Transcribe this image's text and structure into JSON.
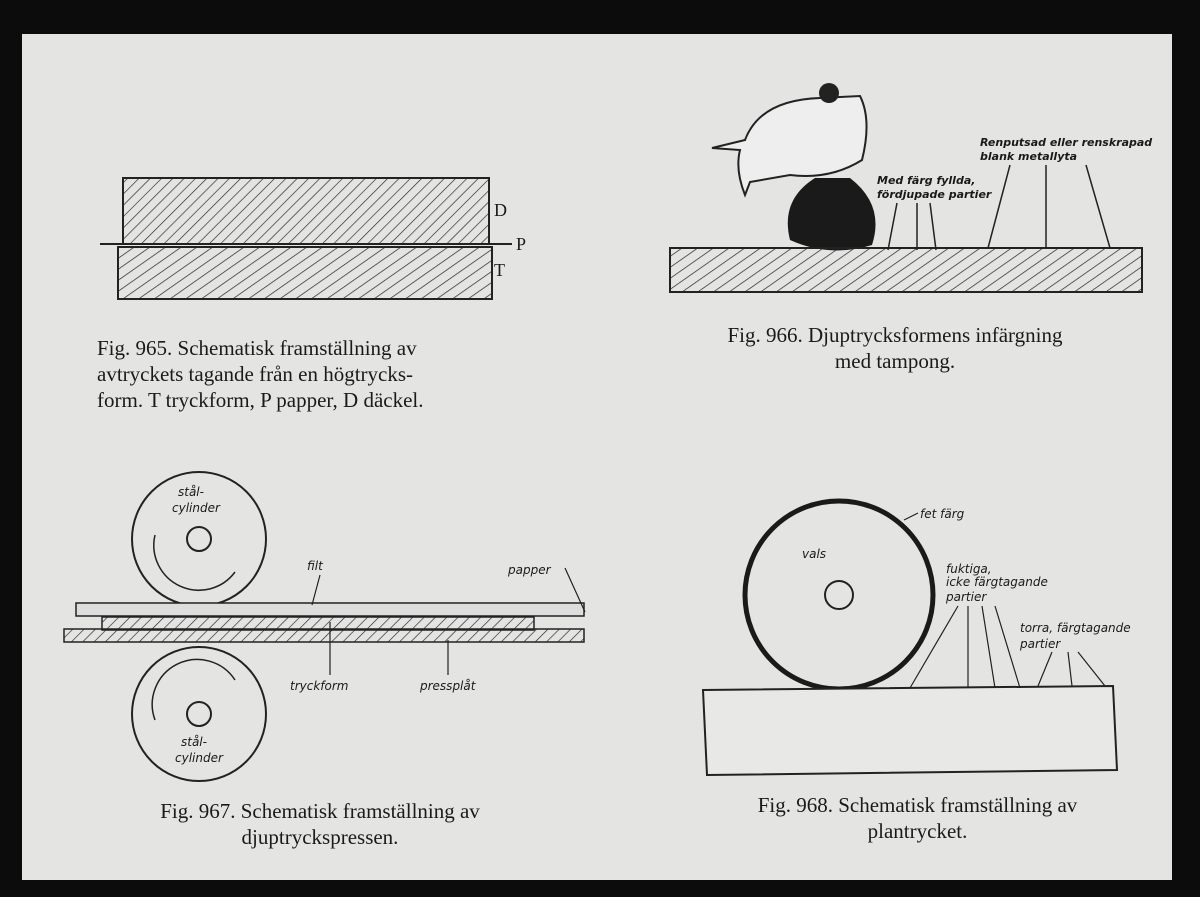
{
  "fig965": {
    "caption_line1": "Fig. 965. Schematisk framställning av",
    "caption_line2": "avtryckets tagande från en högtrycks-",
    "caption_line3": "form. T tryckform, P papper, D däckel.",
    "label_d": "D",
    "label_p": "P",
    "label_t": "T"
  },
  "fig966": {
    "caption_line1": "Fig. 966. Djuptrycksformens infärgning",
    "caption_line2": "med tampong.",
    "label_filled_1": "Med färg fyllda,",
    "label_filled_2": "fördjupade partier",
    "label_clean_1": "Renputsad eller renskrapad",
    "label_clean_2": "blank metallyta"
  },
  "fig967": {
    "caption_line1": "Fig. 967. Schematisk framställning av",
    "caption_line2": "djuptryckspressen.",
    "cyl_top_1": "stål-",
    "cyl_top_2": "cylinder",
    "cyl_bot_1": "stål-",
    "cyl_bot_2": "cylinder",
    "label_filt": "filt",
    "label_papper": "papper",
    "label_tryckform": "tryckform",
    "label_pressplat": "pressplåt"
  },
  "fig968": {
    "caption_line1": "Fig. 968. Schematisk framställning av",
    "caption_line2": "plantrycket.",
    "label_vals": "vals",
    "label_fet": "fet färg",
    "label_fuktiga_1": "fuktiga,",
    "label_fuktiga_2": "icke färgtagande",
    "label_fuktiga_3": "partier",
    "label_torra_1": "torra, färgtagande",
    "label_torra_2": "partier"
  }
}
